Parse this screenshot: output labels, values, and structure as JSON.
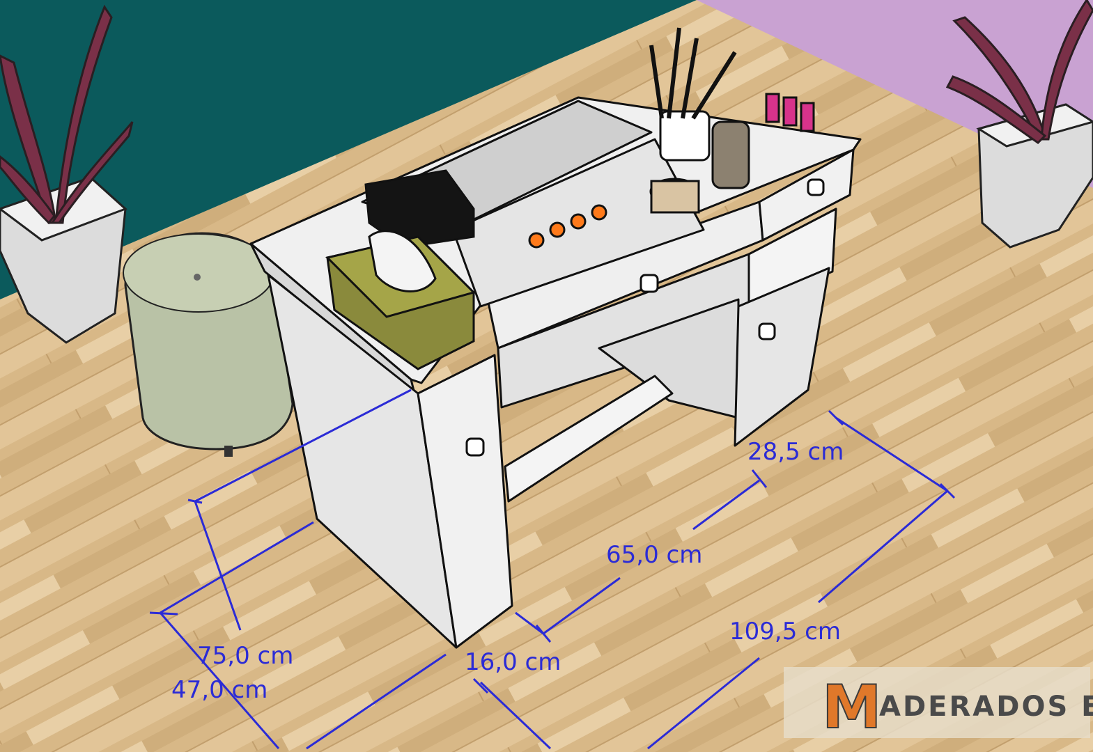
{
  "dimensions": {
    "width_right_cabinet": "28,5 cm",
    "knee_space": "65,0 cm",
    "total_width": "109,5 cm",
    "height": "75,0 cm",
    "depth": "47,0 cm",
    "left_panel": "16,0 cm"
  },
  "brand": {
    "initial": "M",
    "name": "ADERADOS EC"
  },
  "colors": {
    "dimension_line": "#2b2bd6",
    "wall_teal": "#0b5a5c",
    "wall_lilac": "#c9a2d2",
    "floor": "#d9b98a",
    "furniture": "#e7e7e7",
    "brand_accent": "#e0782a"
  }
}
